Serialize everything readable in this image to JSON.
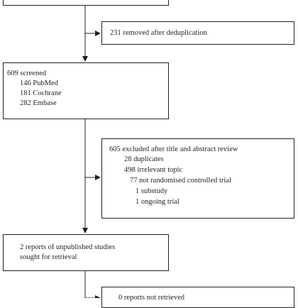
{
  "top_box": {
    "text": ""
  },
  "dedup_box": {
    "text": "231 removed after deduplication"
  },
  "screened_box": {
    "title": "609 screened",
    "sources": [
      "146 PubMed",
      "181 Cochrane",
      "282 Embase"
    ]
  },
  "excluded_box": {
    "title": "605 excluded after title and abstract review",
    "reasons": [
      "28 duplicates",
      "498 irrelevant topic",
      "77 not randomised controlled trial",
      "1 substudy",
      "1 ongoing trial"
    ]
  },
  "reports_box": {
    "line1": "2 reports of unpublished studies",
    "line2": "sought for retrieval"
  },
  "not_retrieved_box": {
    "text": "0 reports not retrieved"
  }
}
